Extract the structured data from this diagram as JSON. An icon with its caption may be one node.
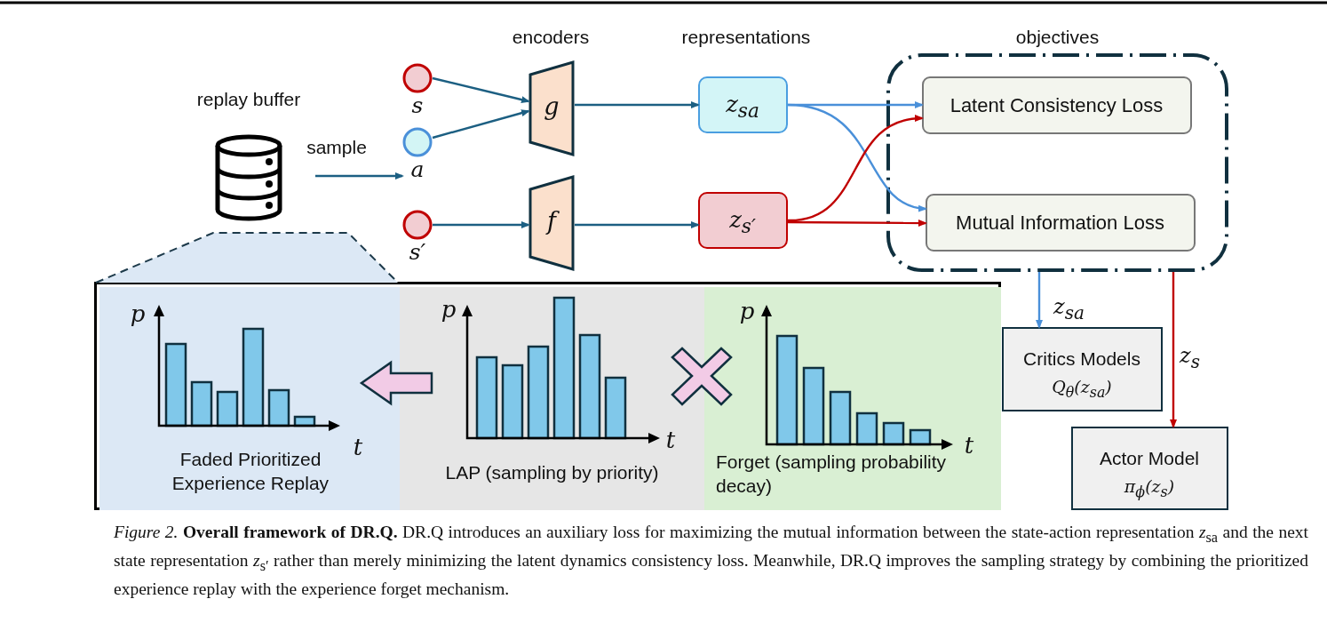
{
  "diagram": {
    "caption": "*Figure 2.* **Overall framework of DR.Q.** DR.Q introduces an auxiliary loss for maximizing the mutual information between the state-action representation *z*$_{sa}$ and the next state representation *z*$_{s′}$ rather than merely minimizing the latent dynamics consistency loss. Meanwhile, DR.Q improves the sampling strategy by combining the prioritized experience replay with the experience forget mechanism.",
    "nodes": [
      {
        "text": [
          "replay buffer"
        ]
      },
      {
        "text": [
          "s"
        ]
      },
      {
        "text": [
          "a"
        ]
      },
      {
        "text": [
          "s′"
        ]
      },
      {
        "text": [
          "g"
        ]
      },
      {
        "text": [
          "f"
        ]
      },
      {
        "text": [
          "z$_{sa}$"
        ]
      },
      {
        "text": [
          "z$_{s′}$"
        ]
      },
      {
        "text": [
          "objectives"
        ]
      },
      {
        "text": [
          "Latent Consistency Loss"
        ],
        "in": 8
      },
      {
        "text": [
          "Mutual Information Loss"
        ],
        "in": 8
      },
      {
        "text": [
          "Critics Models",
          "Q$_{θ}$(z$_{sa}$)"
        ]
      },
      {
        "text": [
          "Actor Model",
          "π$_{ϕ}$(z$_{s}$)"
        ]
      },
      {
        "text": [],
        "shape": "box"
      },
      {
        "text": [
          "Faded Prioritized Experience Replay"
        ],
        "in": 13
      },
      {
        "text": [
          "LAP (sampling by priority)"
        ],
        "in": 13
      },
      {
        "text": [
          "Forget (sampling probability decay)"
        ],
        "in": 13
      },
      {
        "text": [],
        "shape": "trapezoid"
      }
    ],
    "edges": [
      {
        "from": 0,
        "to": 2,
        "label": "sample",
        "arrow": "to"
      },
      {
        "from": 1,
        "to": 4,
        "arrow": "to"
      },
      {
        "from": 2,
        "to": 4,
        "arrow": "to"
      },
      {
        "from": 3,
        "to": 5,
        "arrow": "to"
      },
      {
        "from": 4,
        "to": 6,
        "arrow": "to"
      },
      {
        "from": 5,
        "to": 7,
        "arrow": "to"
      },
      {
        "from": 6,
        "to": 9,
        "arrow": "to",
        "color": "#4a90d9"
      },
      {
        "from": 6,
        "to": 10,
        "arrow": "to",
        "color": "#4a90d9"
      },
      {
        "from": 7,
        "to": 9,
        "arrow": "to",
        "color": "#c00000"
      },
      {
        "from": 7,
        "to": 10,
        "arrow": "to",
        "color": "#c00000"
      },
      {
        "from": 8,
        "to": 11,
        "label": "z$_{sa}$",
        "arrow": "to",
        "color": "#4a90d9"
      },
      {
        "from": 8,
        "to": 12,
        "label": "z$_{s}$",
        "arrow": "to",
        "color": "#c00000"
      },
      {
        "from": 15,
        "to": 14,
        "arrow": "to",
        "style": "thick",
        "color": "#f2cbe6"
      }
    ],
    "labels": [
      "encoders",
      "representations",
      "p",
      "t",
      "p",
      "t",
      "p",
      "t"
    ]
  }
}
